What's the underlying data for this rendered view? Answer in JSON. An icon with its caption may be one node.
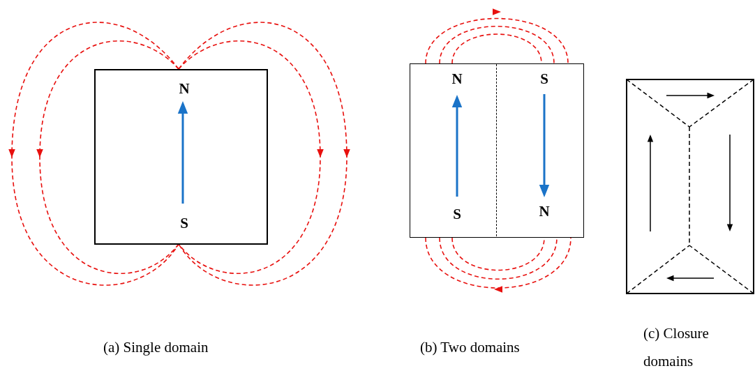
{
  "diagram": {
    "nodes": [
      {
        "text": [
          "N",
          "S"
        ]
      },
      {
        "text": [],
        "shape": "box"
      },
      {
        "text": [
          "N",
          "S"
        ],
        "in": 1
      },
      {
        "text": [
          "S",
          "N"
        ],
        "in": 1
      },
      {
        "text": [],
        "shape": "box"
      }
    ],
    "labels": [
      "(a) Single domain",
      "(b) Two domains",
      "(c) Closure domains"
    ]
  }
}
